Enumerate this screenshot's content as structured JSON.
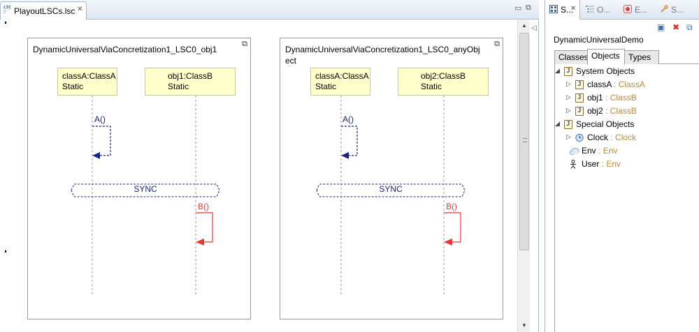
{
  "editor": {
    "tab_title": "PlayoutLSCs.lsc",
    "tab_icon": "LSC",
    "minimize_glyph": "▭",
    "maximize_glyph": "⧉"
  },
  "diagrams": [
    {
      "title": "DynamicUniversalViaConcretization1_LSC0_obj1",
      "lifelines": [
        {
          "name": "classA:ClassA",
          "kind": "Static"
        },
        {
          "name": "obj1:ClassB",
          "kind": "Static"
        }
      ],
      "messages": [
        {
          "label": "A()",
          "color": "#1a237e"
        },
        {
          "label": "B()",
          "color": "#e53935"
        }
      ],
      "sync_label": "SYNC"
    },
    {
      "title": "DynamicUniversalViaConcretization1_LSC0_anyObject",
      "lifelines": [
        {
          "name": "classA:ClassA",
          "kind": "Static"
        },
        {
          "name": "obj2:ClassB",
          "kind": "Static"
        }
      ],
      "messages": [
        {
          "label": "A()",
          "color": "#1a237e"
        },
        {
          "label": "B()",
          "color": "#e53935"
        }
      ],
      "sync_label": "SYNC"
    }
  ],
  "panel": {
    "tabs": [
      {
        "label": "S...",
        "icon": "system-model-icon",
        "active": true
      },
      {
        "label": "O...",
        "icon": "outline-icon",
        "active": false
      },
      {
        "label": "E...",
        "icon": "error-icon",
        "active": false
      },
      {
        "label": "S...",
        "icon": "search-icon",
        "active": false
      }
    ],
    "model_name": "DynamicUniversalDemo",
    "sub_tabs": [
      "Classes",
      "Objects",
      "Types"
    ],
    "selected_sub_tab": "Objects",
    "tree": {
      "system_objects": {
        "label": "System Objects",
        "children": [
          {
            "name": "classA",
            "type": "ClassA"
          },
          {
            "name": "obj1",
            "type": "ClassB"
          },
          {
            "name": "obj2",
            "type": "ClassB"
          }
        ]
      },
      "special_objects": {
        "label": "Special Objects",
        "children": [
          {
            "name": "Clock",
            "type": "Clock",
            "icon": "clock-icon"
          },
          {
            "name": "Env",
            "type": "Env",
            "icon": "cloud-icon"
          },
          {
            "name": "User",
            "type": "Env",
            "icon": "user-icon"
          }
        ]
      },
      "type_separator": " : "
    }
  },
  "colors": {
    "lifeline_fill": "#ffffcc",
    "sync_message_color": "#1a237e",
    "sending_message_color": "#e53935",
    "type_text_color": "#b8893a"
  }
}
